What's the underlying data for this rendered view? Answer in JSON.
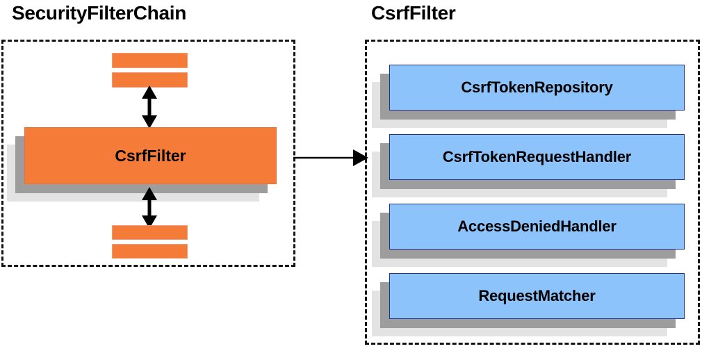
{
  "diagram": {
    "title_left": "SecurityFilterChain",
    "title_right": "CsrfFilter",
    "colors": {
      "orange_fill": "#f47b38",
      "orange_border": "#e8703a",
      "blue_fill": "#8cc3fa",
      "blue_border": "#24318c",
      "shadow_near": "#9d9d9d",
      "shadow_far": "#e3e3e3",
      "frame_dash": "#141414",
      "text": "#000000"
    }
  },
  "left_panel": {
    "frame_label": "security-filter-chain-frame",
    "main_filter": {
      "label": "CsrfFilter"
    },
    "upper_filters": [
      {
        "label": ""
      },
      {
        "label": ""
      }
    ],
    "lower_filters": [
      {
        "label": ""
      },
      {
        "label": ""
      }
    ],
    "arrows": {
      "upper": "double-headed-vertical-arrow",
      "lower": "double-headed-vertical-arrow"
    }
  },
  "right_panel": {
    "frame_label": "csrf-filter-collaborators-frame",
    "collaborators": [
      {
        "label": "CsrfTokenRepository"
      },
      {
        "label": "CsrfTokenRequestHandler"
      },
      {
        "label": "AccessDeniedHandler"
      },
      {
        "label": "RequestMatcher"
      }
    ]
  },
  "connectors": [
    {
      "name": "csrf-filter-to-collaborators",
      "type": "single-headed-horizontal-arrow"
    }
  ]
}
